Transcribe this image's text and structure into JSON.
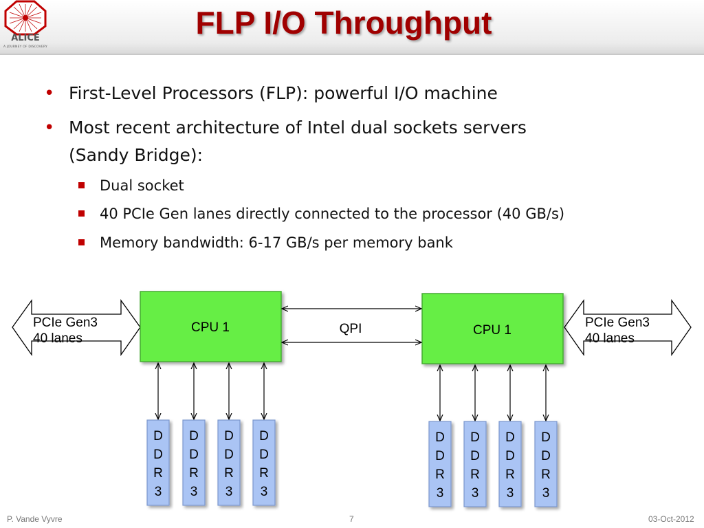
{
  "header": {
    "logo_text": "ALICE",
    "logo_subtext": "A JOURNEY OF DISCOVERY",
    "title": "FLP I/O Throughput"
  },
  "bullets": [
    {
      "text_lines": [
        "First-Level Processors (FLP): powerful I/O machine"
      ]
    },
    {
      "text_lines": [
        "Most recent architecture of Intel dual sockets servers",
        "(Sandy Bridge):"
      ],
      "sub_items": [
        "Dual socket",
        "40 PCIe Gen lanes directly connected to the processor (40 GB/s)",
        "Memory bandwidth: 6-17 GB/s per memory bank"
      ]
    }
  ],
  "diagram": {
    "colors": {
      "cpu_fill": "#66ee44",
      "cpu_stroke": "#44aa33",
      "ddr_fill": "#aac4f4",
      "ddr_stroke": "#7a96cc",
      "arrow": "#000000"
    },
    "left": {
      "pcie_lines": [
        "PCIe Gen3",
        "40 lanes"
      ],
      "cpu_label": "CPU 1",
      "ddr": [
        {
          "chars": [
            "D",
            "D",
            "R",
            "3"
          ]
        },
        {
          "chars": [
            "D",
            "D",
            "R",
            "3"
          ]
        },
        {
          "chars": [
            "D",
            "D",
            "R",
            "3"
          ]
        },
        {
          "chars": [
            "D",
            "D",
            "R",
            "3"
          ]
        }
      ]
    },
    "link_label": "QPI",
    "right": {
      "pcie_lines": [
        "PCIe Gen3",
        "40 lanes"
      ],
      "cpu_label": "CPU 1",
      "ddr": [
        {
          "chars": [
            "D",
            "D",
            "R",
            "3"
          ]
        },
        {
          "chars": [
            "D",
            "D",
            "R",
            "3"
          ]
        },
        {
          "chars": [
            "D",
            "D",
            "R",
            "3"
          ]
        },
        {
          "chars": [
            "D",
            "D",
            "R",
            "3"
          ]
        }
      ]
    }
  },
  "footer": {
    "author": "P. Vande Vyvre",
    "page": "7",
    "date": "03-Oct-2012"
  }
}
